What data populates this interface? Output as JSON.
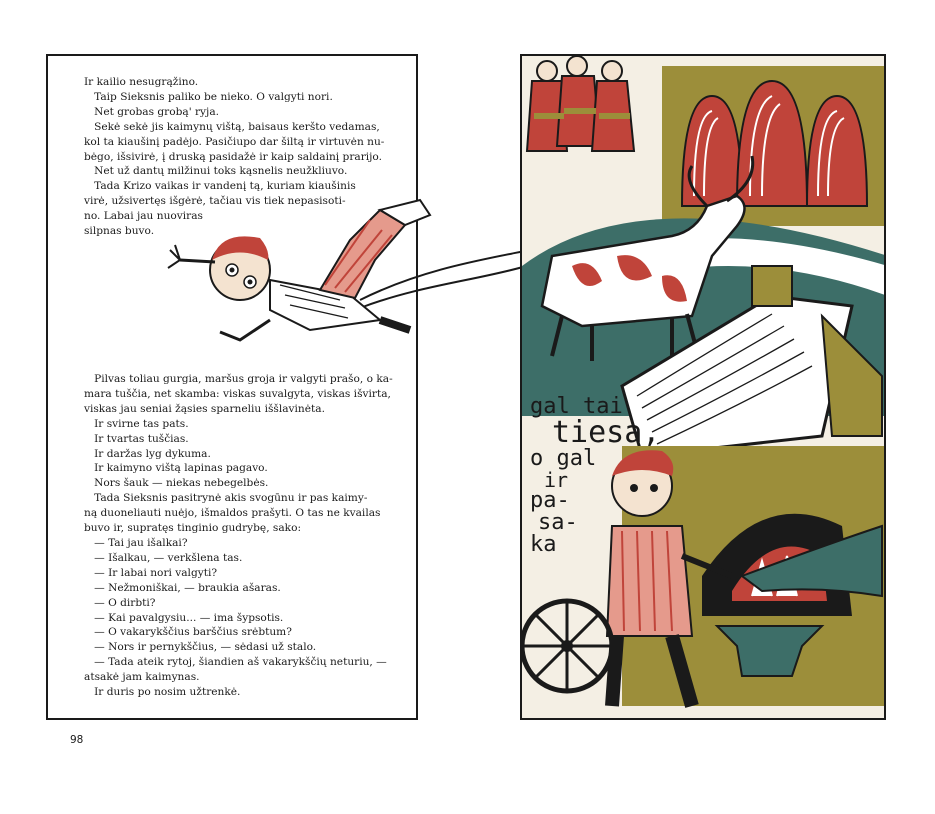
{
  "page_number": "98",
  "text_block_1": [
    "Ir kailio nesugrąžino.",
    "   Taip Sieksnis paliko be nieko. O valgyti nori.",
    "   Net grobas grobą' ryja.",
    "   Sekė sekė jis kaimynų vištą, baisaus keršto vedamas,",
    "kol ta kiaušinį padėjo. Pasičiupo dar šiltą ir virtuvėn nu-",
    "bėgo, išsivirė, į druską pasidažė ir kaip saldainį prarijo.",
    "   Net už dantų milžinui toks kąsnelis neužkliuvo.",
    "   Tada Krizo vaikas ir vandenį tą, kuriam kiaušinis",
    "virė, užsivertęs išgėrė, tačiau vis tiek nepasisoti-",
    "no. Labai jau nuoviras",
    "silpnas buvo."
  ],
  "text_block_2": [
    "   Pilvas toliau gurgia, maršus groja ir valgyti prašo, o ka-",
    "mara tuščia, net skamba: viskas suvalgyta, viskas išvirta,",
    "viskas jau seniai žąsies sparneliu iššlavinėta.",
    "   Ir svirne tas pats.",
    "   Ir tvartas tuščias.",
    "   Ir daržas lyg dykuma.",
    "   Ir kaimyno vištą lapinas pagavo.",
    "   Nors šauk — niekas nebegelbės.",
    "   Tada Sieksnis pasitrynė akis svogūnu ir pas kaimy-",
    "ną duoneliauti nuėjo, išmaldos prašyti. O tas ne kvailas",
    "buvo ir, supratęs tinginio gudrybę, sako:",
    "   — Tai jau išalkai?",
    "   — Išalkau, — verkšlena tas.",
    "   — Ir labai nori valgyti?",
    "   — Nežmoniškai, — braukia ašaras.",
    "   — O dirbti?",
    "   — Kai pavalgysiu... — ima šypsotis.",
    "   — O vakarykščius barščius srėbtum?",
    "   — Nors ir pernykščius, — sėdasi už stalo.",
    "   — Tada ateik rytoj, šiandien aš vakarykščių neturiu, —",
    "atsakė jam kaimynas.",
    "   Ir duris po nosim užtrenkė."
  ],
  "illustration_caption": {
    "l1": "gal tai",
    "l2": "tiesa,",
    "l3": "o gal",
    "l4": "ir",
    "l5": "pa-",
    "l6": "sa-",
    "l7": "ka"
  },
  "colors": {
    "red": "#c0443a",
    "olive": "#9c8e3a",
    "teal": "#3d6e68",
    "ink": "#1a1a1a",
    "paper": "#f4efe4"
  }
}
